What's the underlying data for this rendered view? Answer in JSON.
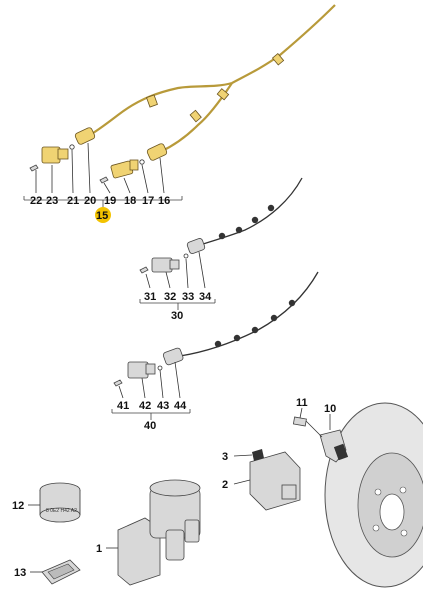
{
  "diagram": {
    "parts": [
      {
        "id": "p22",
        "label": "22"
      },
      {
        "id": "p23",
        "label": "23"
      },
      {
        "id": "p21",
        "label": "21"
      },
      {
        "id": "p20",
        "label": "20"
      },
      {
        "id": "p19",
        "label": "19"
      },
      {
        "id": "p18",
        "label": "18"
      },
      {
        "id": "p17",
        "label": "17"
      },
      {
        "id": "p16",
        "label": "16"
      },
      {
        "id": "p15",
        "label": "15"
      },
      {
        "id": "p31",
        "label": "31"
      },
      {
        "id": "p32",
        "label": "32"
      },
      {
        "id": "p33",
        "label": "33"
      },
      {
        "id": "p34",
        "label": "34"
      },
      {
        "id": "p30",
        "label": "30"
      },
      {
        "id": "p41",
        "label": "41"
      },
      {
        "id": "p42",
        "label": "42"
      },
      {
        "id": "p43",
        "label": "43"
      },
      {
        "id": "p44",
        "label": "44"
      },
      {
        "id": "p40",
        "label": "40"
      },
      {
        "id": "p11",
        "label": "11"
      },
      {
        "id": "p10",
        "label": "10"
      },
      {
        "id": "p3",
        "label": "3"
      },
      {
        "id": "p2",
        "label": "2"
      },
      {
        "id": "p12",
        "label": "12"
      },
      {
        "id": "p1",
        "label": "1"
      },
      {
        "id": "p13",
        "label": "13"
      }
    ],
    "part12_marking": "8 0E2 H42 A2"
  }
}
